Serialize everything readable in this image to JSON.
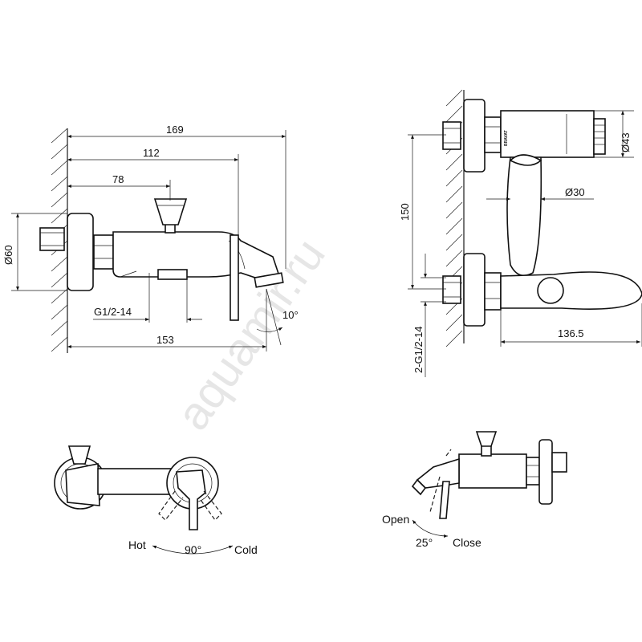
{
  "watermark": "aquamir.ru",
  "side_view": {
    "dimensions": {
      "overall_length": "169",
      "spout_length": "112",
      "handle_offset": "78",
      "flange_diameter": "Ø60",
      "thread": "G1/2-14",
      "depth": "153",
      "spout_angle": "10°"
    }
  },
  "front_view": {
    "dimensions": {
      "body_diameter": "Ø43",
      "column_diameter": "Ø30",
      "center_distance": "150",
      "thread": "2-G1/2-14",
      "lever_length": "136.5"
    },
    "brand_mark": "BRAVAT"
  },
  "top_view": {
    "labels": {
      "hot": "Hot",
      "angle": "90°",
      "cold": "Cold"
    }
  },
  "diverter_view": {
    "labels": {
      "open": "Open",
      "angle": "25°",
      "close": "Close"
    }
  }
}
